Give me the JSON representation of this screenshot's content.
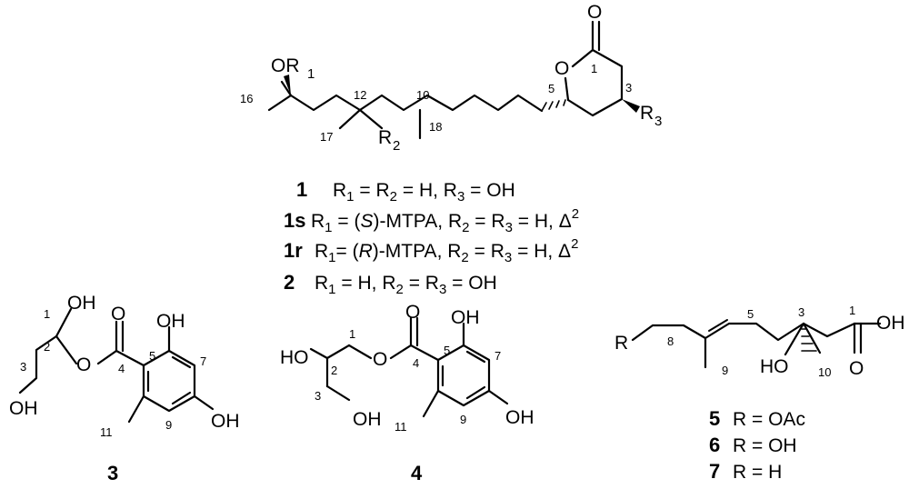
{
  "atoms": {
    "o": "O",
    "oh": "OH",
    "ho": "HO",
    "or": "OR",
    "r": "R",
    "sub1": "1",
    "sub2": "2",
    "sub3": "3"
  },
  "numbers": {
    "n1": "1",
    "n2": "2",
    "n3": "3",
    "n4": "4",
    "n5": "5",
    "n7": "7",
    "n8": "8",
    "n9": "9",
    "n10": "10",
    "n11": "11",
    "n12": "12",
    "n16": "16",
    "n17": "17",
    "n18": "18"
  },
  "compounds": {
    "c1": {
      "id": "1",
      "text": "R1 = R2 = H, R3 = OH"
    },
    "c1s": {
      "id": "1s",
      "text": "R1 = (S)-MTPA, R2 = R3 = H, Δ2"
    },
    "c1r": {
      "id": "1r",
      "text": "R1= (R)-MTPA, R2 = R3 = H, Δ2"
    },
    "c2": {
      "id": "2",
      "text": "R1 = H, R2 = R3 = OH"
    },
    "c3": {
      "id": "3"
    },
    "c4": {
      "id": "4"
    },
    "c5": {
      "id": "5",
      "text": "R = OAc"
    },
    "c6": {
      "id": "6",
      "text": "R = OH"
    },
    "c7": {
      "id": "7",
      "text": "R = H"
    }
  },
  "caption_parts": {
    "r": "R",
    "h": "H",
    "oh": "OH",
    "eq": "=",
    "comma": ",",
    "s_open": "(",
    "s_letter": "S",
    "r_letter": "R",
    "mtpa": ")-MTPA",
    "delta": "Δ",
    "two": "2",
    "one": "1",
    "three": "3"
  }
}
